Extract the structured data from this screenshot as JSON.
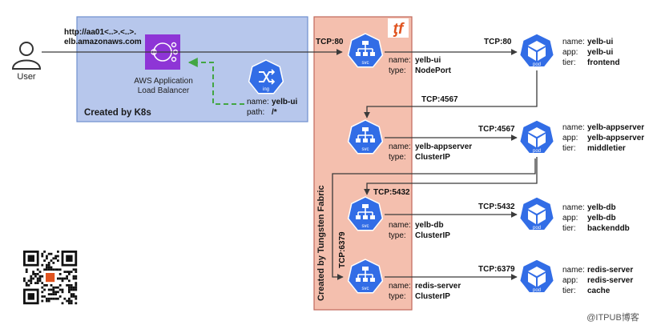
{
  "user": {
    "label": "User"
  },
  "url": {
    "line1": "http://aa01<..>.<..>.",
    "line2": "elb.amazonaws.com"
  },
  "alb": {
    "line1": "AWS Application",
    "line2": "Load Balancer"
  },
  "k8s_box": {
    "label": "Created by K8s"
  },
  "ingress": {
    "icon_text": "ing",
    "name_key": "name:",
    "name_val": "yelb-ui",
    "path_key": "path:",
    "path_val": "/*"
  },
  "tf_box": {
    "label": "Created by Tungsten Fabric",
    "logo_glyph": "ƫf"
  },
  "ports": {
    "in": "TCP:80",
    "ui": "TCP:80",
    "ui_to_app": "TCP:4567",
    "app": "TCP:4567",
    "db_down": "TCP:5432",
    "db": "TCP:5432",
    "redis_down": "TCP:6379",
    "redis": "TCP:6379"
  },
  "services": [
    {
      "icon_text": "svc",
      "name_key": "name:",
      "name_val": "yelb-ui",
      "type_key": "type:",
      "type_val": "NodePort"
    },
    {
      "icon_text": "svc",
      "name_key": "name:",
      "name_val": "yelb-appserver",
      "type_key": "type:",
      "type_val": "ClusterIP"
    },
    {
      "icon_text": "svc",
      "name_key": "name:",
      "name_val": "yelb-db",
      "type_key": "type:",
      "type_val": "ClusterIP"
    },
    {
      "icon_text": "svc",
      "name_key": "name:",
      "name_val": "redis-server",
      "type_key": "type:",
      "type_val": "ClusterIP"
    }
  ],
  "pods": [
    {
      "icon_text": "pod",
      "name_key": "name:",
      "name_val": "yelb-ui",
      "app_key": "app:",
      "app_val": "yelb-ui",
      "tier_key": "tier:",
      "tier_val": "frontend"
    },
    {
      "icon_text": "pod",
      "name_key": "name:",
      "name_val": "yelb-appserver",
      "app_key": "app:",
      "app_val": "yelb-appserver",
      "tier_key": "tier:",
      "tier_val": "middletier"
    },
    {
      "icon_text": "pod",
      "name_key": "name:",
      "name_val": "yelb-db",
      "app_key": "app:",
      "app_val": "yelb-db",
      "tier_key": "tier:",
      "tier_val": "backenddb"
    },
    {
      "icon_text": "pod",
      "name_key": "name:",
      "name_val": "redis-server",
      "app_key": "app:",
      "app_val": "redis-server",
      "tier_key": "tier:",
      "tier_val": "cache"
    }
  ],
  "watermark": {
    "text": "@ITPUB博客"
  },
  "colors": {
    "k8s_fill": "#b7c7ec",
    "k8s_stroke": "#6f8fcf",
    "tf_fill": "#f4bfae",
    "tf_stroke": "#c0685a",
    "k8s_blue": "#326de6",
    "alb_purple": "#8e35d6",
    "ingress_dash": "#43a643",
    "line": "#3a3a3a"
  }
}
